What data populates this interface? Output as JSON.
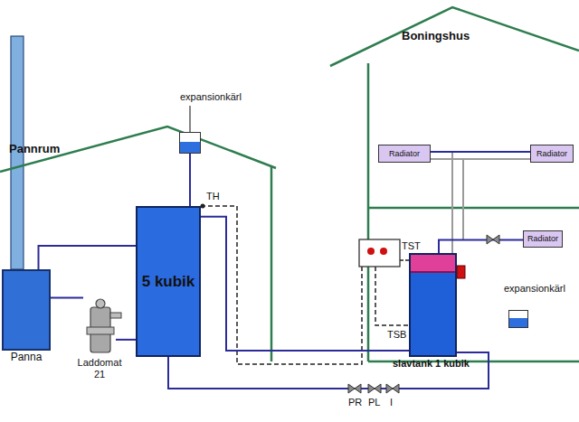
{
  "diagram": {
    "nodes": [
      {
        "text": [
          "Pannrum"
        ]
      },
      {
        "text": [
          "Panna"
        ],
        "in": 0
      },
      {
        "text": [
          "Laddomat 21"
        ],
        "in": 0
      },
      {
        "text": [
          "5 kubik"
        ],
        "in": 0
      },
      {
        "text": [
          "expansionkärl"
        ]
      },
      {
        "text": [
          "Boningshus"
        ]
      },
      {
        "text": [
          "Radiator"
        ],
        "in": 5
      },
      {
        "text": [
          "Radiator"
        ],
        "in": 5
      },
      {
        "text": [
          "Radiator"
        ],
        "in": 5
      },
      {
        "text": [
          "slavtank 1 kubik"
        ],
        "in": 5
      },
      {
        "text": [
          "expansionkärl"
        ],
        "in": 5
      }
    ],
    "edges": [
      {
        "from": 1,
        "to": 2,
        "arrow": "none"
      },
      {
        "from": 2,
        "to": 3,
        "arrow": "none"
      },
      {
        "from": 1,
        "to": 3,
        "arrow": "none"
      },
      {
        "from": 4,
        "to": 3,
        "arrow": "none"
      },
      {
        "from": 3,
        "to": 9,
        "arrow": "none"
      },
      {
        "from": 3,
        "to": 9,
        "arrow": "none"
      },
      {
        "from": 6,
        "to": 7,
        "arrow": "none"
      },
      {
        "from": 8,
        "to": 9,
        "arrow": "none"
      }
    ],
    "labels": [
      "TH",
      "TST",
      "TSB",
      "PR",
      "PL",
      "I"
    ]
  }
}
